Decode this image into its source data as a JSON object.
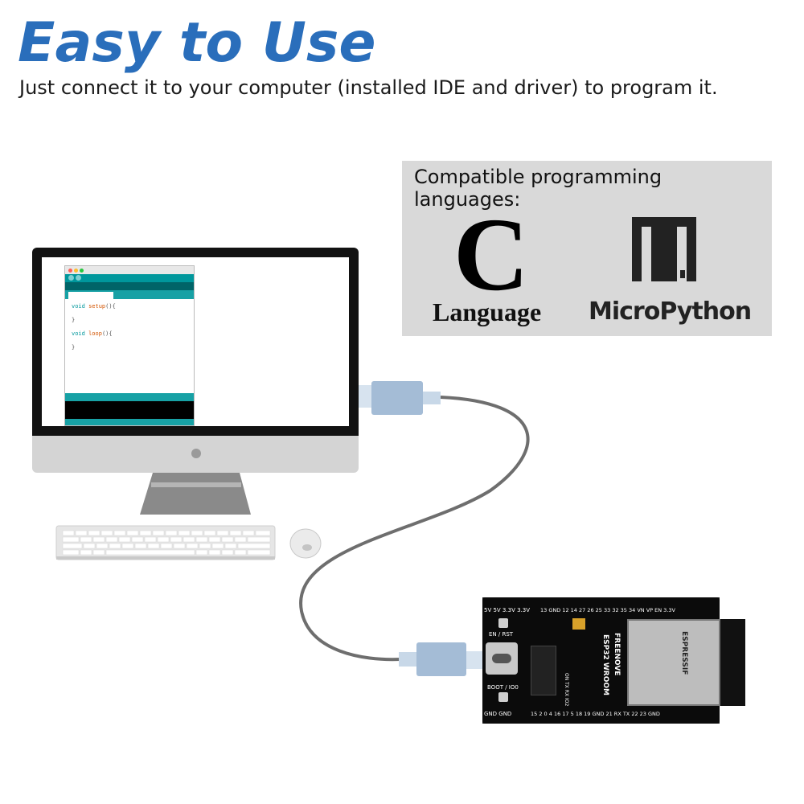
{
  "header": {
    "title": "Easy to Use",
    "subtitle": "Just connect it to your computer (installed IDE and driver) to program it."
  },
  "languages": {
    "heading": "Compatible programming languages:",
    "c_letter": "C",
    "c_label": "Language",
    "mp_label": "MicroPython"
  },
  "ide": {
    "code_line_1_kw": "void",
    "code_line_1_fn": "setup",
    "code_line_1_rest": "(){",
    "code_line_2": "}",
    "code_line_3_kw": "void",
    "code_line_3_fn": "loop",
    "code_line_3_rest": "(){",
    "code_line_4": "}"
  },
  "board": {
    "top_pins_left": "5V  5V   3.3V  3.3V",
    "top_pins_mid": "13 GND 12  14  27  26  25  33  32  35  34  VN  VP  EN 3.3V",
    "btn_en": "EN / RST",
    "btn_boot": "BOOT / IO0",
    "bottom_pins_left": "GND  GND",
    "bottom_pins_mid": "15   2   0   4  16  17   5  18  19 GND 21  RX  TX  22  23 GND",
    "brand_1": "FREENOVE",
    "brand_2": "ESP32 WROOM",
    "module_brand": "ESPRESSIF",
    "led_labels": "ON  TX  RX  IO2"
  },
  "colors": {
    "title_blue": "#2a6ebb",
    "panel_gray": "#d9d9d9",
    "ide_teal": "#17a1a5",
    "cable_gray": "#6e6e6e",
    "usb_blue": "#a4bcd6"
  }
}
